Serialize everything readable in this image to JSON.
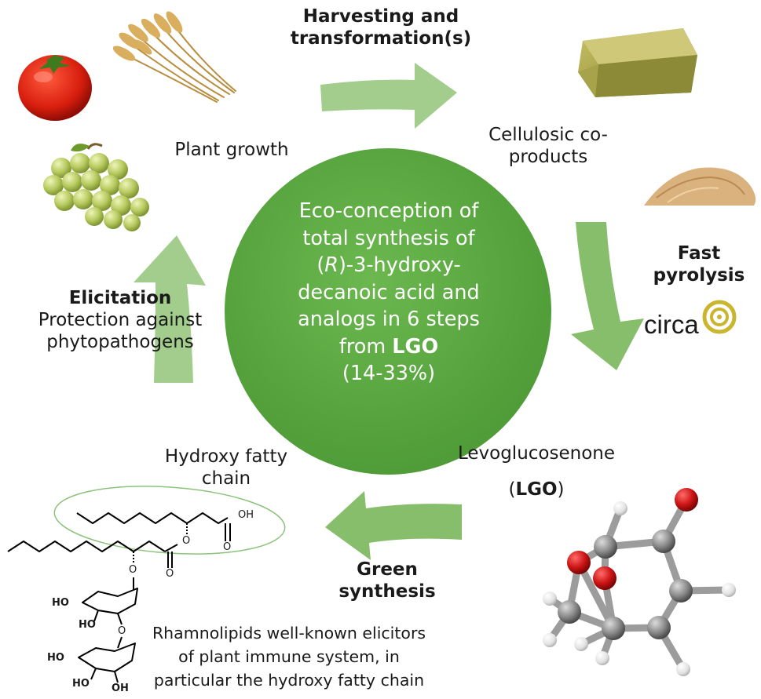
{
  "center": {
    "line1": "Eco-conception of",
    "line2": "total synthesis of",
    "line3_open": "(",
    "line3_italic": "R",
    "line3_rest": ")-3-hydroxy-",
    "line4": "decanoic acid and",
    "line5": "analogs in 6 steps",
    "line6_pre": "from ",
    "line6_bold": "LGO",
    "line7": "(14-33%)"
  },
  "steps": {
    "harvest_line1": "Harvesting and",
    "harvest_line2": "transformation(s)",
    "cellulosic_line1": "Cellulosic co-",
    "cellulosic_line2": "products",
    "fast": "Fast",
    "pyrolysis": "pyrolysis",
    "circa_logo": "circa",
    "levo": "Levoglucosenone",
    "lgo_open": "(",
    "lgo_bold": "LGO",
    "lgo_close": ")",
    "green": "Green",
    "synthesis": "synthesis",
    "hydroxy_line1": "Hydroxy fatty",
    "hydroxy_line2": "chain",
    "rhamno_line1": "Rhamnolipids well-known elicitors",
    "rhamno_line2": "of plant immune system, in",
    "rhamno_line3": "particular the hydroxy fatty chain",
    "elicitation": "Elicitation",
    "protection_line1": "Protection against",
    "protection_line2": "phytopathogens",
    "plant_growth": "Plant growth"
  },
  "molecule_labels": {
    "oh_top": "OH",
    "o_carbonyl1": "O",
    "o_ester1": "O",
    "o_carbonyl2": "O",
    "o_ester2": "O",
    "ho1": "HO",
    "ho2": "HO",
    "o_link": "O",
    "ho3": "HO",
    "ho4": "HO",
    "oh_bottom": "OH"
  },
  "colors": {
    "center_circle": "#5da843",
    "arrow": "#a2cd8d",
    "circa_ring": "#c9b52e",
    "oxygen_atom": "#cc1414",
    "carbon_atom": "#8a8a8a",
    "hydrogen_atom": "#e6e6e6"
  }
}
